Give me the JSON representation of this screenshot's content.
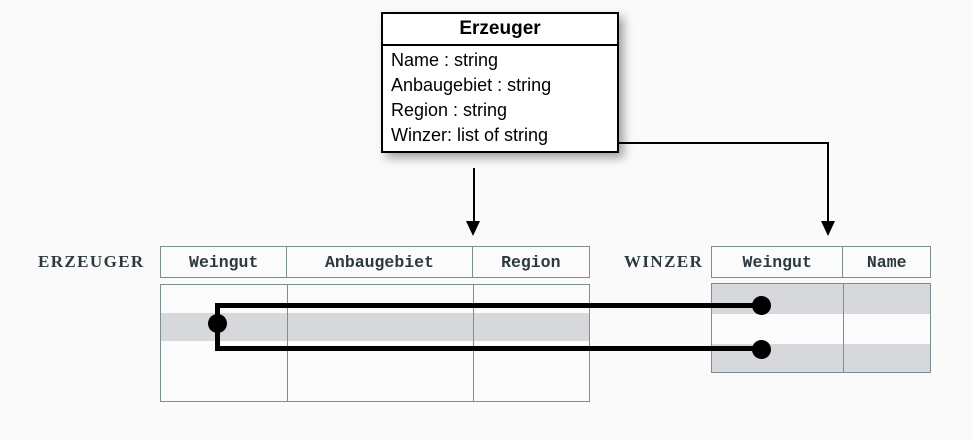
{
  "diagram": {
    "title_hidden": "",
    "background_color": "#fafafa"
  },
  "uml_class": {
    "name": "Erzeuger",
    "attributes": [
      "Name : string",
      "Anbaugebiet : string",
      "Region : string",
      "Winzer: list of string"
    ],
    "border_color": "#000000",
    "fill_color": "#ffffff"
  },
  "tables": [
    {
      "label": "ERZEUGER",
      "columns": [
        "Weingut",
        "Anbaugebiet",
        "Region"
      ],
      "row_count": 4,
      "shaded_rows": [
        2
      ],
      "header_text_color": "#2b3a3f",
      "grid_color": "#7c8e92",
      "shade_color": "#d7d8dc"
    },
    {
      "label": "WINZER",
      "columns": [
        "Weingut",
        "Name"
      ],
      "row_count": 3,
      "shaded_rows": [
        1,
        3
      ],
      "header_text_color": "#2b3a3f",
      "grid_color": "#7c8e92",
      "shade_color": "#d7d8dc"
    }
  ],
  "mappings": [
    {
      "from_attribute": "Region : string",
      "to_table": "ERZEUGER",
      "arrow": "down"
    },
    {
      "from_attribute": "Winzer: list of string",
      "to_table": "WINZER",
      "to_column": "Weingut",
      "arrow": "down"
    }
  ],
  "references": [
    {
      "source_table": "ERZEUGER",
      "source_row": 2,
      "source_column": "Weingut",
      "target_table": "WINZER",
      "target_row": 1,
      "target_column": "Weingut"
    },
    {
      "source_table": "ERZEUGER",
      "source_row": 2,
      "source_column": "Weingut",
      "target_table": "WINZER",
      "target_row": 3,
      "target_column": "Weingut"
    }
  ]
}
